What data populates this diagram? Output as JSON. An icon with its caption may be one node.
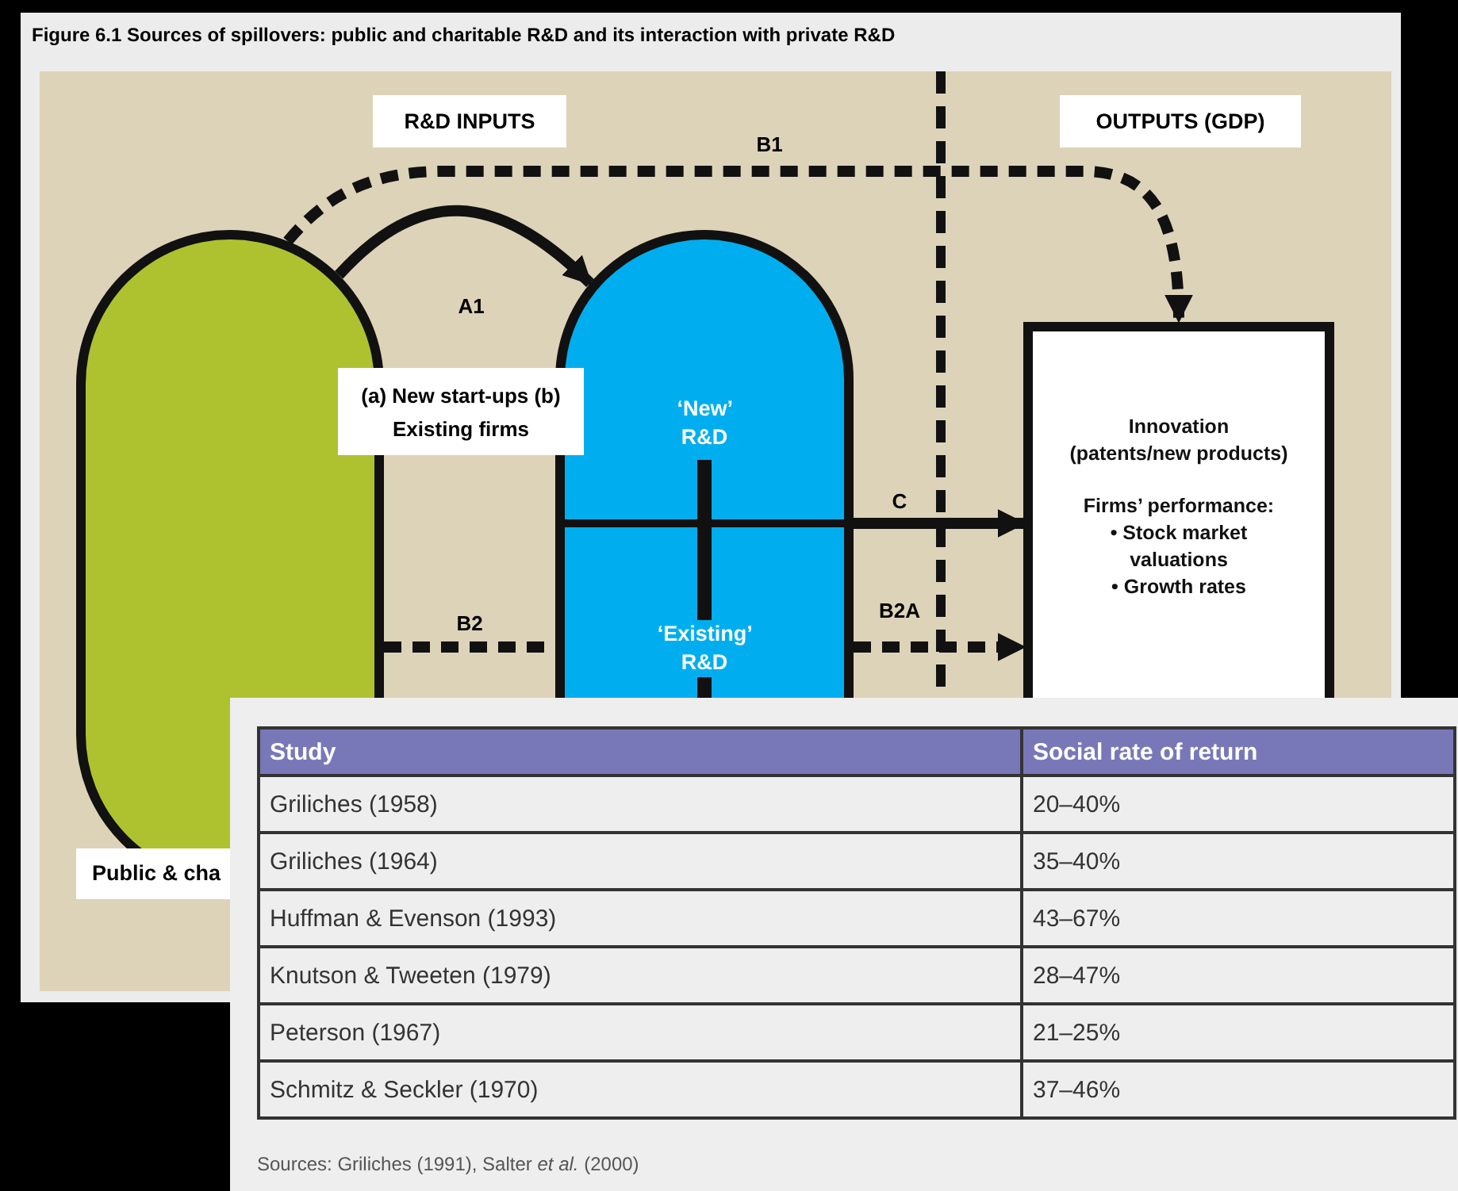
{
  "diagram": {
    "title": "Figure 6.1 Sources of spillovers: public and charitable R&D and its interaction with private R&D",
    "nodes": [
      {
        "text": [
          "R&D INPUTS"
        ]
      },
      {
        "text": [
          "OUTPUTS (GDP)"
        ]
      },
      {
        "text": [],
        "shape": "box"
      },
      {
        "text": [
          "(a) New start-ups (b) Existing firms"
        ]
      },
      {
        "text": [
          "‘New’ R&D",
          "‘Existing’ R&D"
        ]
      },
      {
        "text": [
          "Innovation (patents/new products)",
          "Firms’ performance:",
          "• Stock market valuations",
          "• Growth rates"
        ]
      }
    ],
    "edges": [
      {
        "from": 2,
        "to": 4,
        "arrow": "to",
        "label": "A1"
      },
      {
        "from": 2,
        "to": 5,
        "arrow": "to",
        "label": "B1",
        "style": "dashed"
      },
      {
        "from": 2,
        "to": 4,
        "arrow": "none",
        "label": "B2",
        "style": "dashed"
      },
      {
        "from": 4,
        "to": 5,
        "arrow": "to",
        "label": "B2A",
        "style": "dashed"
      },
      {
        "from": 4,
        "to": 5,
        "arrow": "to",
        "label": "C"
      }
    ],
    "labels": [
      "Public & cha",
      "Study",
      "Social rate of return",
      "Griliches (1958)",
      "20–40%",
      "Griliches (1964)",
      "35–40%",
      "Huffman & Evenson (1993)",
      "43–67%",
      "Knutson & Tweeten (1979)",
      "28–47%",
      "Peterson (1967)",
      "21–25%",
      "Schmitz & Seckler (1970)",
      "37–46%",
      "Sources: Griliches (1991), Salter *et al.* (2000)"
    ]
  }
}
